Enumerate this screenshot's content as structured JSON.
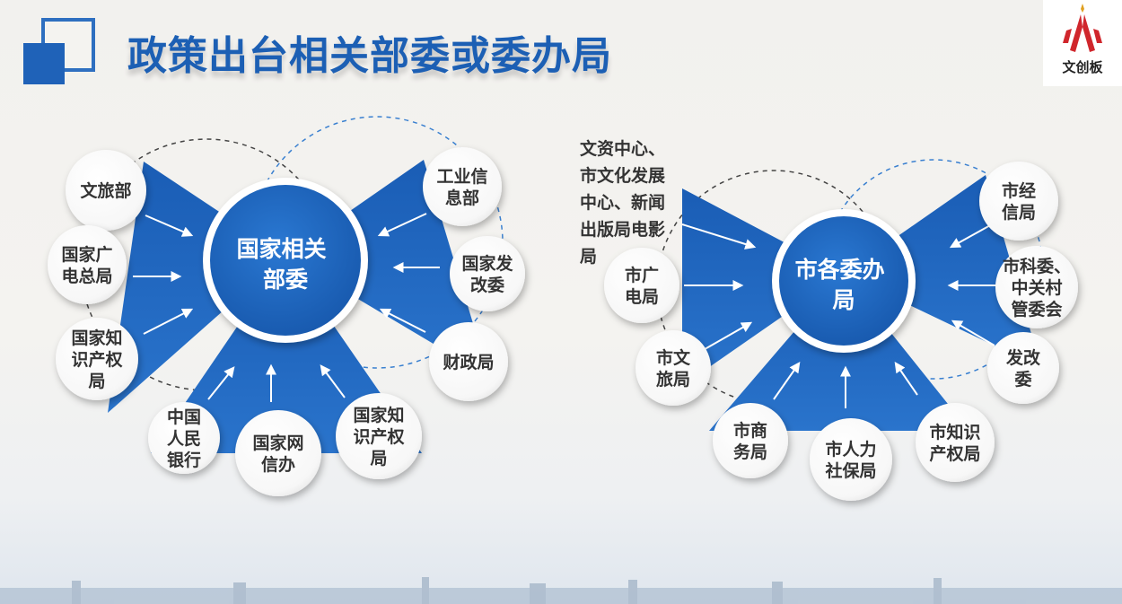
{
  "title": "政策出台相关部委或委办局",
  "logo": {
    "text": "文创板"
  },
  "colors": {
    "title": "#1c5fb4",
    "hub": "#1f62b8",
    "wedge": "#1d5fb6",
    "bubble": "#ffffff",
    "text": "#333333"
  },
  "left_group": {
    "hub": [
      "国家相关",
      "部委"
    ],
    "nodes": [
      {
        "id": "wenlvbu",
        "lines": [
          "文旅部"
        ]
      },
      {
        "id": "guangdian",
        "lines": [
          "国家广",
          "电总局"
        ]
      },
      {
        "id": "zhichanju",
        "lines": [
          "国家知",
          "识产权",
          "局"
        ]
      },
      {
        "id": "renmin-bank",
        "lines": [
          "中国",
          "人民",
          "银行"
        ]
      },
      {
        "id": "wangxin",
        "lines": [
          "国家网",
          "信办"
        ]
      },
      {
        "id": "zhichanju-2",
        "lines": [
          "国家知",
          "识产权",
          "局"
        ]
      },
      {
        "id": "gongxin",
        "lines": [
          "工业信",
          "息部"
        ]
      },
      {
        "id": "fagaiwei",
        "lines": [
          "国家发",
          "改委"
        ]
      },
      {
        "id": "caizheng",
        "lines": [
          "财政局"
        ]
      }
    ]
  },
  "right_group": {
    "hub": [
      "市各委办",
      "局"
    ],
    "note": [
      "文资中心、",
      "市文化发展",
      "中心、新闻",
      "出版局电影",
      "局"
    ],
    "nodes": [
      {
        "id": "shiguang",
        "lines": [
          "市广",
          "电局"
        ]
      },
      {
        "id": "shiwenlv",
        "lines": [
          "市文",
          "旅局"
        ]
      },
      {
        "id": "shangwu",
        "lines": [
          "市商",
          "务局"
        ]
      },
      {
        "id": "renshe",
        "lines": [
          "市人力",
          "社保局"
        ]
      },
      {
        "id": "shizhichan",
        "lines": [
          "市知识",
          "产权局"
        ]
      },
      {
        "id": "jingxin",
        "lines": [
          "市经",
          "信局"
        ]
      },
      {
        "id": "kewei",
        "lines": [
          "市科委、",
          "中关村",
          "管委会"
        ]
      },
      {
        "id": "shifagai",
        "lines": [
          "发改",
          "委"
        ]
      }
    ]
  }
}
